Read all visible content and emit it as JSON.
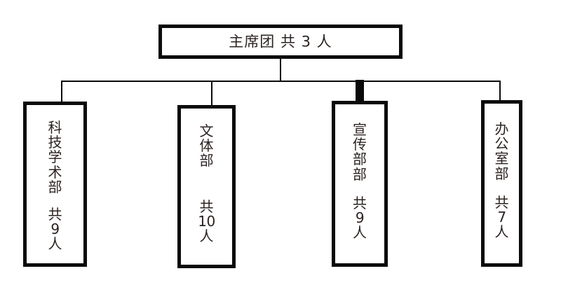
{
  "diagram": {
    "title_text": "主席团 共 3 人",
    "root": {
      "label": "主席团 共 3 人",
      "name": "主席团",
      "count": 3,
      "count_text": "共 3 人"
    },
    "children": [
      {
        "name": "科技学术部",
        "chars": [
          "科",
          "技",
          "学",
          "术",
          "部"
        ],
        "count_prefix": "共",
        "count": "9",
        "count_suffix": "人",
        "count_text": "共 9 人"
      },
      {
        "name": "文体部",
        "chars": [
          "文",
          "体",
          "部"
        ],
        "count_prefix": "共",
        "count": "10",
        "count_suffix": "人",
        "count_text": "共 10 人"
      },
      {
        "name": "宣传部部",
        "chars": [
          "宣",
          "传",
          "部",
          "部"
        ],
        "count_prefix": "共",
        "count": "9",
        "count_suffix": "人",
        "count_text": "共 9 人"
      },
      {
        "name": "办公室部",
        "chars": [
          "办",
          "公",
          "室",
          "部"
        ],
        "count_prefix": "共",
        "count": "7",
        "count_suffix": "人",
        "count_text": "共 7 人"
      }
    ],
    "colors": {
      "background": "#ffffff",
      "border": "#0a0a0a",
      "text": "#2b2320",
      "connector": "#0a0a0a"
    }
  }
}
